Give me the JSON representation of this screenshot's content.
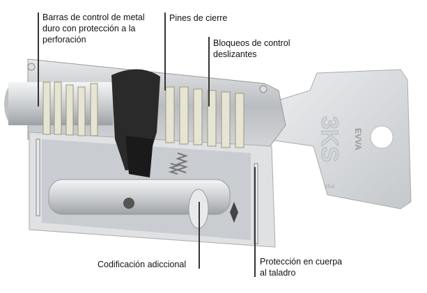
{
  "labels": {
    "control_bars": "Barras de control de metal\nduro con protección a la\nperforación",
    "locking_pins": "Pines de cierre",
    "sliding_blocks": "Bloqueos de control\ndeslizantes",
    "additional_coding": "Codificación adiccional",
    "drill_protection": "Protección en cuerpa\nal taladro"
  },
  "key_branding": {
    "brand": "EVVA",
    "model": "3KS",
    "suffix": "plus"
  },
  "colors": {
    "metal": "#c9ccd0",
    "pins": "#e6e4d2",
    "cam": "#2a2a2a"
  }
}
